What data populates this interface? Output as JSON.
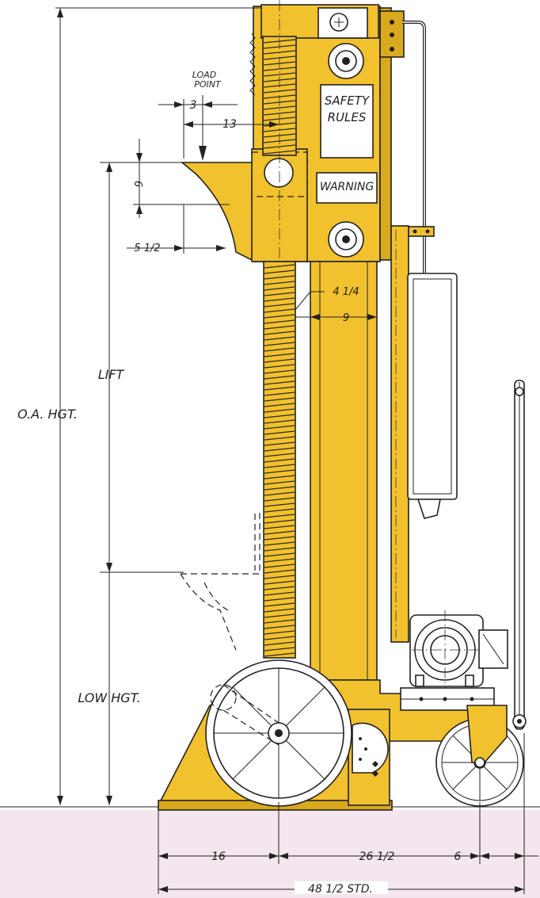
{
  "colors": {
    "body": "#f2c12e",
    "body_dark": "#d9a91e",
    "outline": "#222222",
    "plate": "#ffffff",
    "floor_tint": "#f3e6ee"
  },
  "labels": {
    "load_point": [
      "LOAD",
      "POINT"
    ],
    "safety": [
      "SAFETY",
      "RULES"
    ],
    "warning": "WARNING",
    "lift": "LIFT",
    "oa_hgt": "O.A. HGT.",
    "low_hgt": "LOW HGT."
  },
  "dimensions": {
    "top_3": "3",
    "top_13": "13",
    "pad_6": "6",
    "pad_5_1_2": "5 1/2",
    "screw_4_1_4": "4 1/4",
    "column_9": "9",
    "base_16": "16",
    "base_26_1_2": "26 1/2",
    "base_6": "6",
    "overall_48_1_2": "48 1/2 STD."
  }
}
